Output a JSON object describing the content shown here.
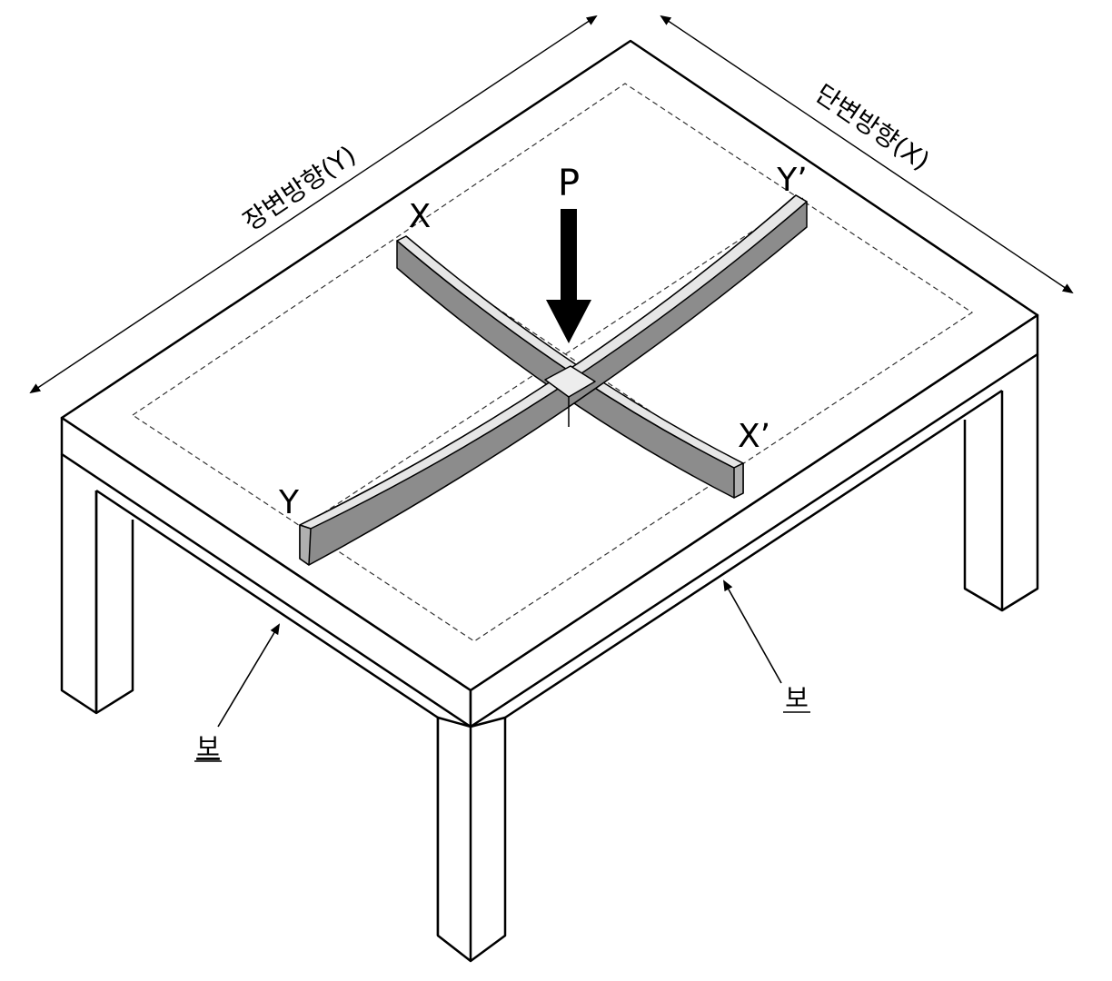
{
  "labels": {
    "long_direction": "장변방향(Y)",
    "short_direction": "단변방향(X)",
    "load": "P",
    "strip_x_start": "X",
    "strip_x_end": "X’",
    "strip_y_start": "Y",
    "strip_y_end": "Y’",
    "beam_left": "보",
    "beam_right": "보"
  },
  "colors": {
    "line": "#000000",
    "strip_side": "#8c8c8c",
    "strip_top": "#e6e6e6"
  }
}
